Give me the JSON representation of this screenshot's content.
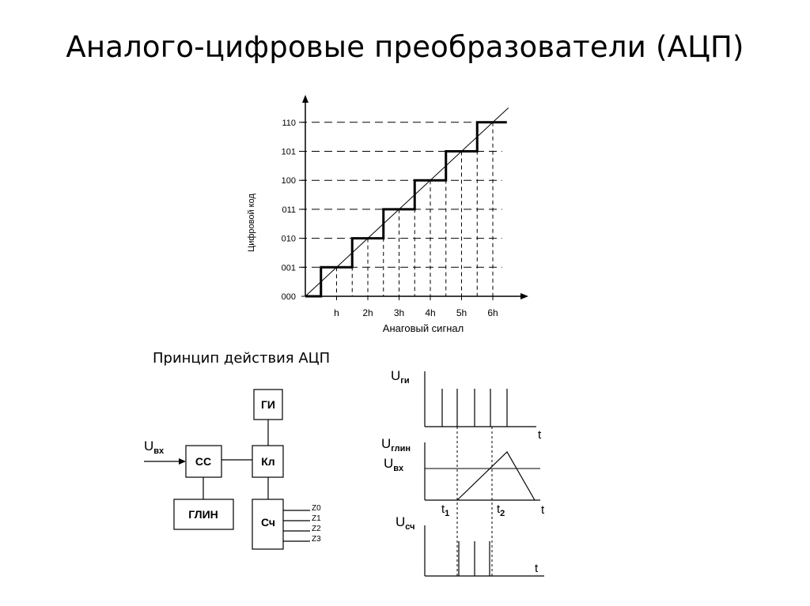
{
  "page": {
    "title": "Аналого-цифровые преобразователи (АЦП)",
    "subtitle": "Принцип действия АЦП"
  },
  "chart_data": {
    "type": "line",
    "ylabel": "Цифровой код",
    "xlabel": "Анаговый сигнал",
    "x_ticks": [
      "h",
      "2h",
      "3h",
      "4h",
      "5h",
      "6h"
    ],
    "y_ticks": [
      "000",
      "001",
      "010",
      "011",
      "100",
      "101",
      "110"
    ],
    "series": [
      {
        "kind": "staircase",
        "x_steps": [
          0.5,
          1.5,
          2.5,
          3.5,
          4.5,
          5.5
        ],
        "levels": [
          0,
          1,
          2,
          3,
          4,
          5,
          6
        ]
      },
      {
        "kind": "diagonal",
        "x": [
          0,
          6.5
        ],
        "y": [
          0,
          6.5
        ]
      }
    ]
  },
  "block_diagram": {
    "blocks": {
      "gi": "ГИ",
      "cc": "СС",
      "kl": "Кл",
      "glin": "ГЛИН",
      "sch": "Сч"
    },
    "input_label": "U",
    "input_sub": "вх",
    "outputs": [
      "Z0",
      "Z1",
      "Z2",
      "Z3"
    ]
  },
  "timing": {
    "u_gi": {
      "main": "U",
      "sub": "ги"
    },
    "u_glin": {
      "main": "U",
      "sub": "глин"
    },
    "u_vh": {
      "main": "U",
      "sub": "вх"
    },
    "u_sch": {
      "main": "U",
      "sub": "сч"
    },
    "t": "t",
    "t1": {
      "main": "t",
      "sub": "1"
    },
    "t2": {
      "main": "t",
      "sub": "2"
    }
  }
}
